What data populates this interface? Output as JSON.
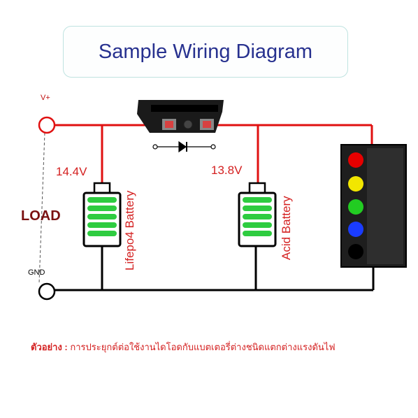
{
  "title": "Sample Wiring Diagram",
  "labels": {
    "vplus": "V+",
    "gnd": "GND",
    "load": "LOAD",
    "battery1_voltage": "14.4V",
    "battery2_voltage": "13.8V",
    "battery1_name": "Lifepo4 Battery",
    "battery2_name": "Acid Battery"
  },
  "note": {
    "label": "ตัวอย่าง :",
    "text": "การประยุกต์ต่อใช้งานไดโอดกับแบตเตอรี่ต่างชนิดแตกต่างแรงดันไฟ"
  },
  "colors": {
    "positive_wire": "#e01010",
    "ground_wire": "#000000",
    "battery_cell": "#2ecc40",
    "indicator_leds": [
      "#e60000",
      "#f2e600",
      "#22cc22",
      "#1a3cff",
      "#000000"
    ]
  }
}
